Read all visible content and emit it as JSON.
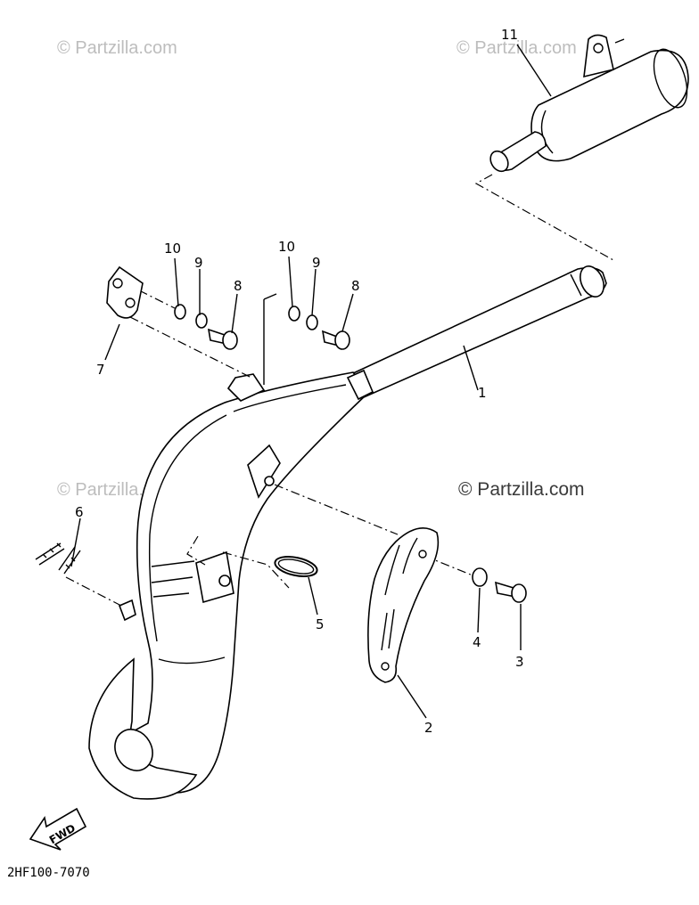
{
  "watermarks": {
    "faint": "© Partzilla.com",
    "strong": "© Partzilla.com"
  },
  "callouts": {
    "p1": "1",
    "p2": "2",
    "p3": "3",
    "p4": "4",
    "p5": "5",
    "p6": "6",
    "p7": "7",
    "p8a": "8",
    "p8b": "8",
    "p9a": "9",
    "p9b": "9",
    "p10a": "10",
    "p10b": "10",
    "p11": "11"
  },
  "direction_label": "FWD",
  "diagram_code": "2HF100-7070",
  "colors": {
    "line": "#000000",
    "watermark": "#bdbdbd",
    "background": "#ffffff"
  }
}
